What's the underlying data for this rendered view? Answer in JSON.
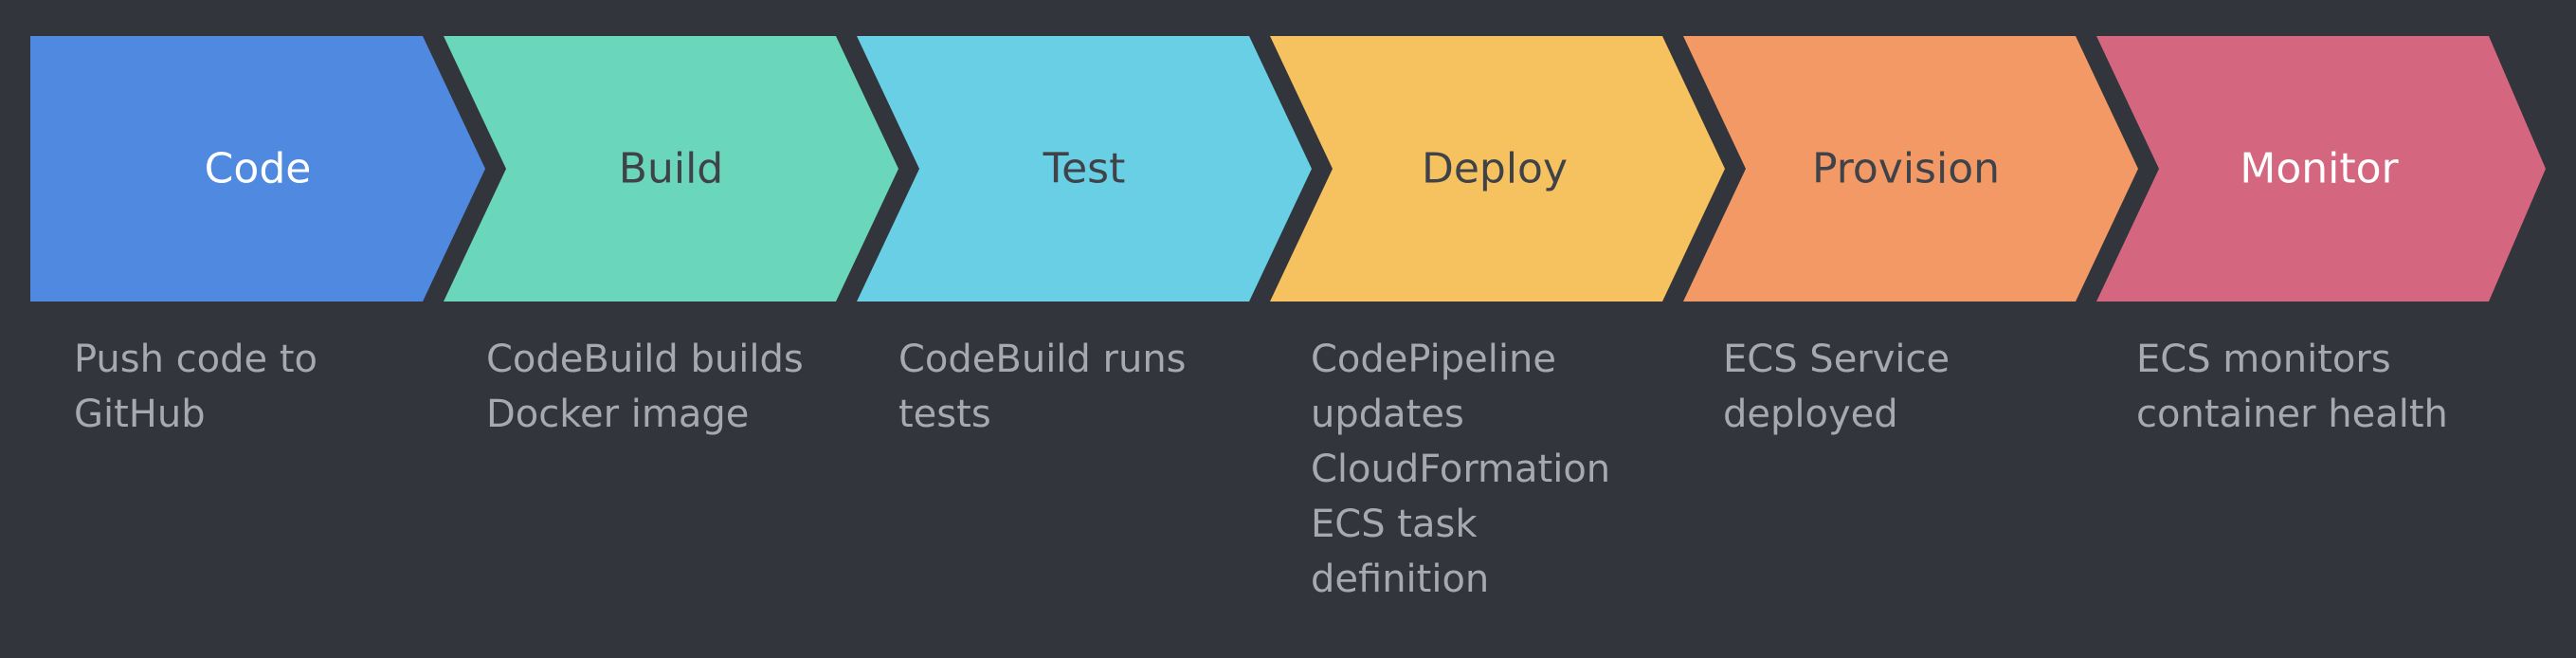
{
  "steps": [
    {
      "label": "Code",
      "color": "#4f8ae0",
      "text_color": "#ffffff",
      "description": "Push code to\nGitHub"
    },
    {
      "label": "Build",
      "color": "#6ad6bc",
      "text_color": "#3f4349",
      "description": "CodeBuild builds\nDocker image"
    },
    {
      "label": "Test",
      "color": "#68cfe5",
      "text_color": "#3f4349",
      "description": "CodeBuild runs\ntests"
    },
    {
      "label": "Deploy",
      "color": "#f6c25f",
      "text_color": "#3f4349",
      "description": "CodePipeline\nupdates\nCloudFormation\nECS task\ndefinition"
    },
    {
      "label": "Provision",
      "color": "#f29965",
      "text_color": "#3f4349",
      "description": "ECS Service\ndeployed"
    },
    {
      "label": "Monitor",
      "color": "#d4677f",
      "text_color": "#ffffff",
      "description": "ECS monitors\ncontainer health"
    }
  ],
  "background": "#32353b",
  "description_color": "#a6a9ad"
}
